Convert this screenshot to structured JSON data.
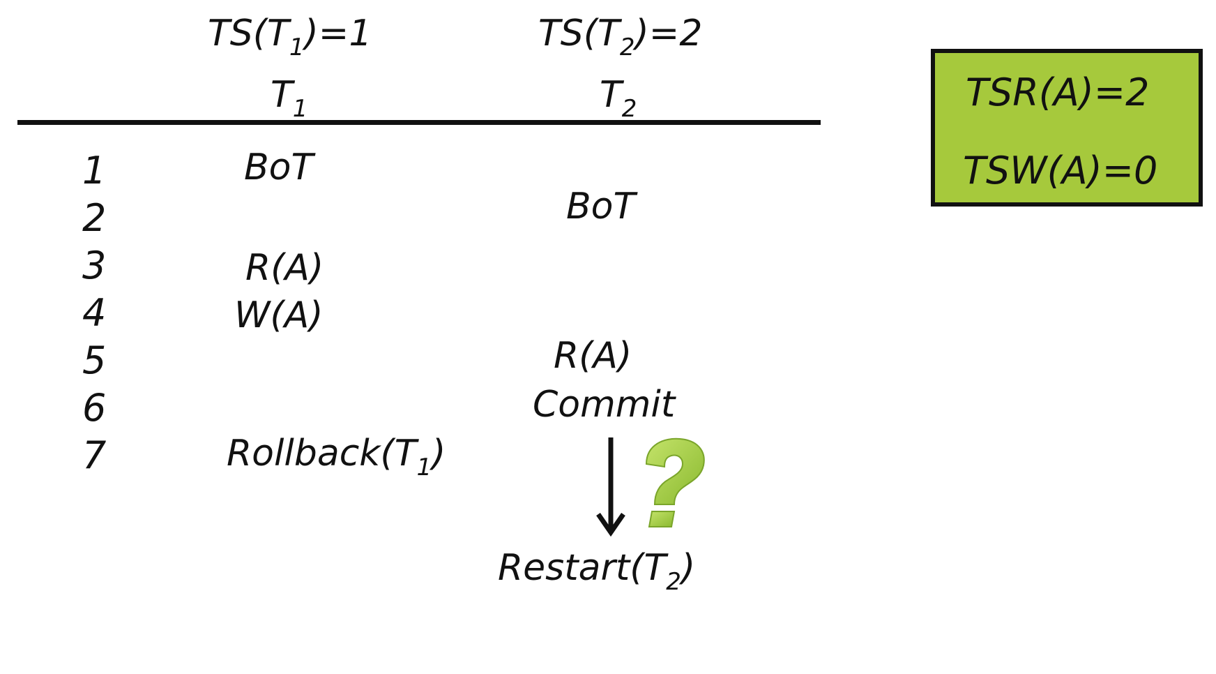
{
  "header": {
    "ts1": {
      "label": "TS(T",
      "sub": "1",
      "tail": ")=1"
    },
    "ts2": {
      "label": "TS(T",
      "sub": "2",
      "tail": ")=2"
    },
    "col1": {
      "label": "T",
      "sub": "1"
    },
    "col2": {
      "label": "T",
      "sub": "2"
    }
  },
  "rows": [
    "1",
    "2",
    "3",
    "4",
    "5",
    "6",
    "7"
  ],
  "t1_ops": {
    "bot": "BoT",
    "read": "R(A)",
    "write": "W(A)",
    "rollback": {
      "label": "Rollback(T",
      "sub": "1",
      "tail": ")"
    }
  },
  "t2_ops": {
    "bot": "BoT",
    "read": "R(A)",
    "commit": "Commit",
    "restart": {
      "label": "Restart(T",
      "sub": "2",
      "tail": ")"
    }
  },
  "timestamps": {
    "tsr": "TSR(A)=2",
    "tsw": "TSW(A)=0"
  },
  "colors": {
    "box_fill": "#a6c93c",
    "question_mark": "#9ccb3b",
    "ink": "#111111"
  },
  "icons": {
    "arrow": "down-arrow-icon",
    "question": "question-mark-icon"
  }
}
